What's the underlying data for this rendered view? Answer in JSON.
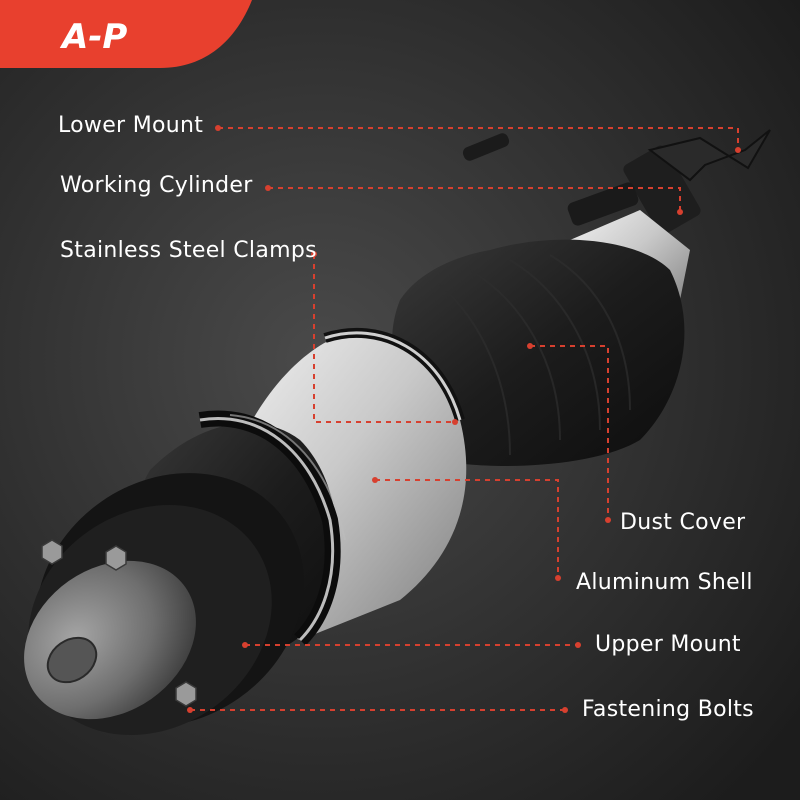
{
  "brand": {
    "logo_text": "A-P",
    "accent_color": "#e8402e"
  },
  "callouts": {
    "lower_mount": "Lower Mount",
    "working_cylinder": "Working Cylinder",
    "stainless_steel_clamps": "Stainless Steel Clamps",
    "dust_cover": "Dust Cover",
    "aluminum_shell": "Aluminum Shell",
    "upper_mount": "Upper Mount",
    "fastening_bolts": "Fastening Bolts"
  },
  "colors": {
    "background": "#2b2b2b",
    "leader_line": "#d7402f",
    "text": "#ffffff"
  }
}
